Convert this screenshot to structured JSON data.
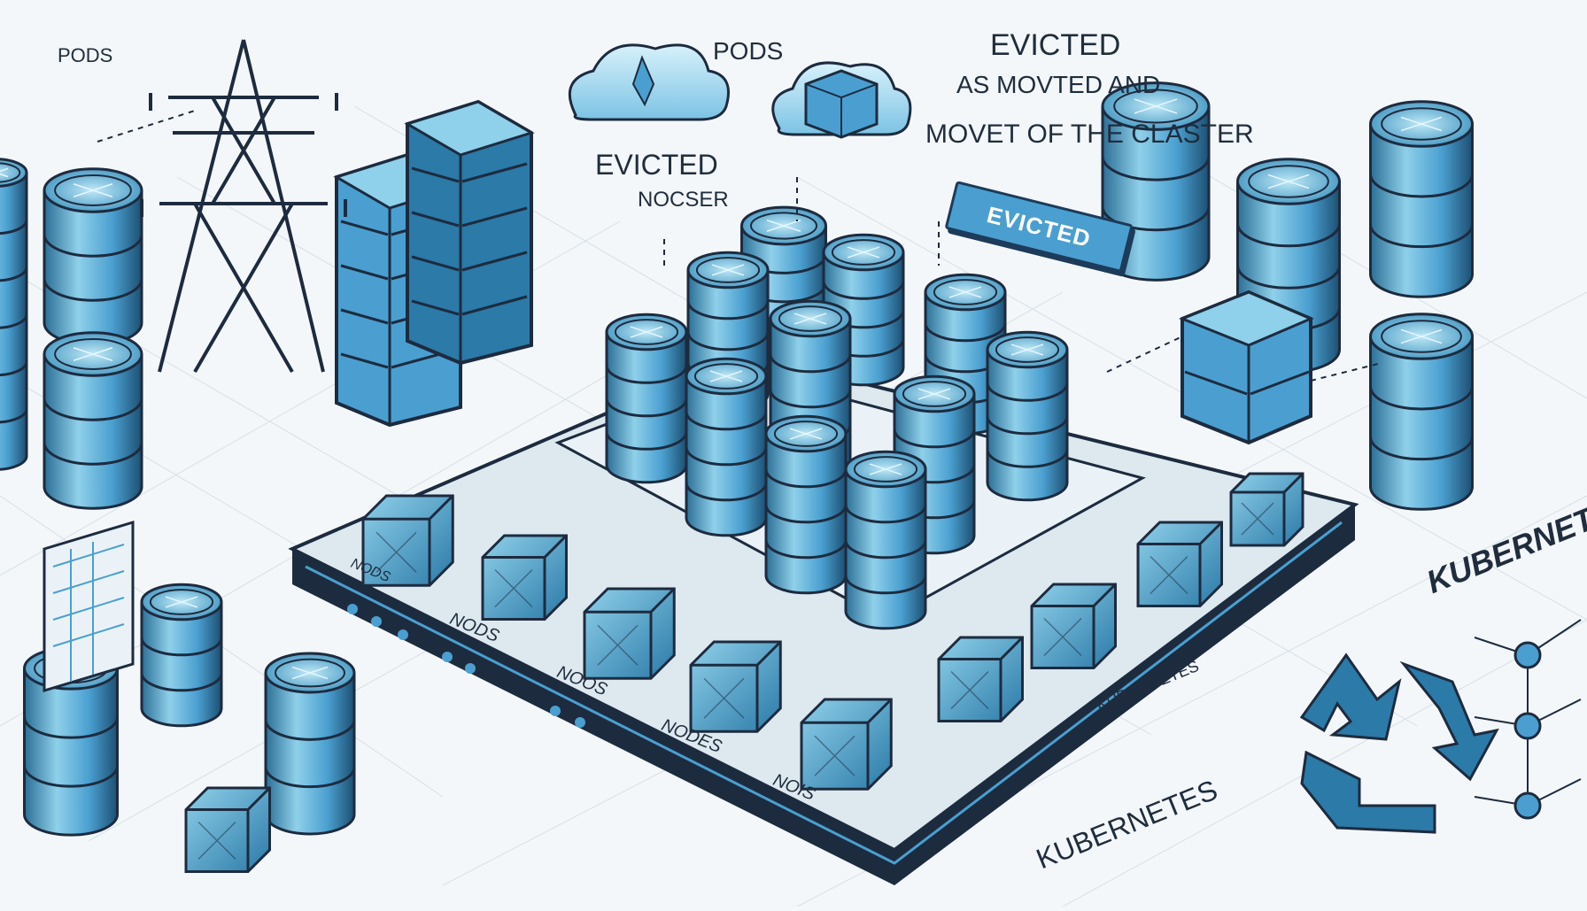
{
  "labels": {
    "pods_left": "PODS",
    "pods_top": "PODS",
    "evicted_top": "EVICTED",
    "as_moved": "AS  MOVTED AND",
    "movet_cluster": "MOVET OF THE CLASTER",
    "evicted_mid": "EVICTED",
    "nocser": "NOCSER",
    "evicted_badge": "EVICTED",
    "kubernetes_right": "KUBERNETES",
    "kubernetes_bottom": "KUBERNETES",
    "kubunetes_platform": "KUBUNNETES",
    "node_1": "NODS",
    "node_2": "NODS",
    "node_3": "NOOS",
    "node_4": "NODES",
    "node_5": "NOIS"
  },
  "colors": {
    "ink": "#1d2b3f",
    "blue_light": "#8fd0ea",
    "blue_mid": "#4a9fd0",
    "blue_dark": "#1d6e99",
    "background": "#f4f7f9"
  },
  "icons": [
    "cloud-icon",
    "cube-icon",
    "recycle-icon",
    "transmission-tower-icon",
    "database-icon",
    "server-rack-icon",
    "network-graph-icon"
  ]
}
